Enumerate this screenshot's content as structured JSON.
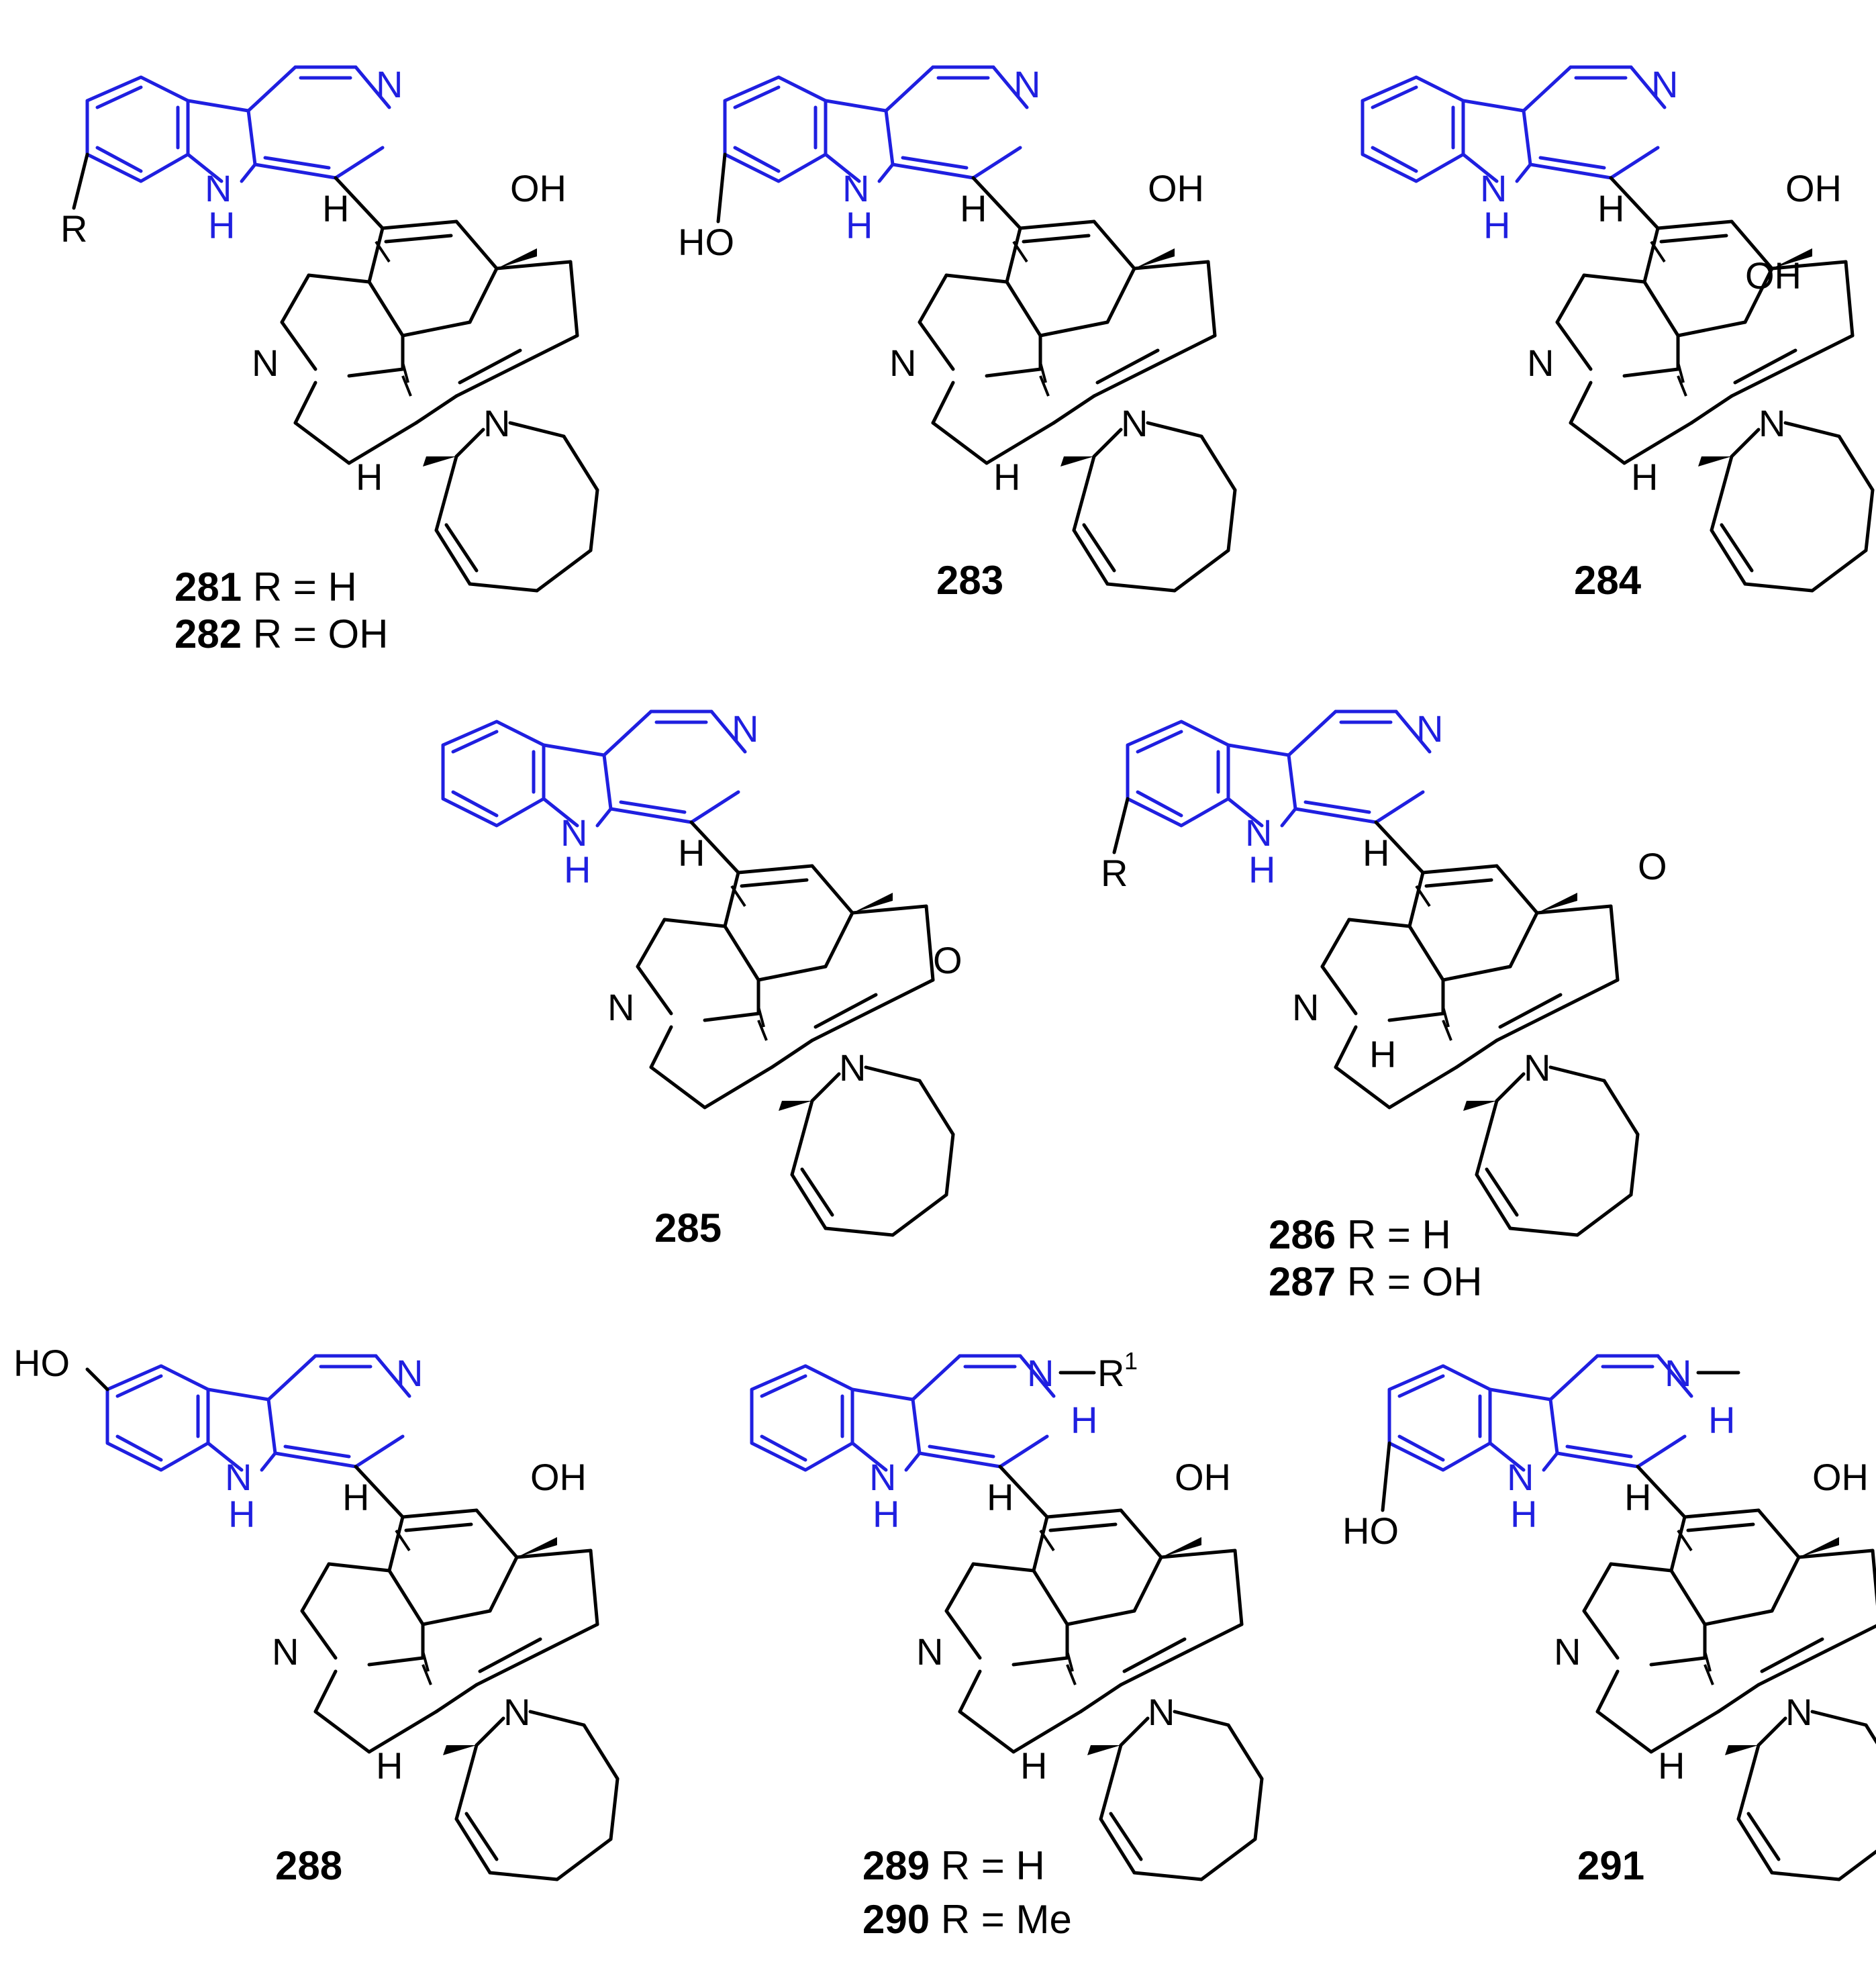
{
  "colors": {
    "bond": "#000000",
    "heteroaromatic": "#1f1fe0",
    "background": "#ffffff"
  },
  "atoms": {
    "N": "N",
    "NH_N": "N",
    "NH_H": "H",
    "H": "H",
    "OH": "OH",
    "HO": "HO",
    "O": "O",
    "R": "R",
    "NR1": "N",
    "R1": "R",
    "R1_sup": "1"
  },
  "compounds": [
    {
      "id": "281",
      "lines": [
        {
          "num": "281",
          "text": " R = H"
        },
        {
          "num": "282",
          "text": " R = OH"
        }
      ]
    },
    {
      "id": "283",
      "lines": [
        {
          "num": "283",
          "text": ""
        }
      ]
    },
    {
      "id": "284",
      "lines": [
        {
          "num": "284",
          "text": ""
        }
      ]
    },
    {
      "id": "285",
      "lines": [
        {
          "num": "285",
          "text": ""
        }
      ]
    },
    {
      "id": "286",
      "lines": [
        {
          "num": "286",
          "text": " R = H"
        },
        {
          "num": "287",
          "text": " R = OH"
        }
      ]
    },
    {
      "id": "288",
      "lines": [
        {
          "num": "288",
          "text": ""
        }
      ]
    },
    {
      "id": "289",
      "lines": [
        {
          "num": "289",
          "text": " R = H"
        },
        {
          "num": "290",
          "text": " R = Me"
        }
      ]
    },
    {
      "id": "291",
      "lines": [
        {
          "num": "291",
          "text": ""
        }
      ]
    }
  ]
}
